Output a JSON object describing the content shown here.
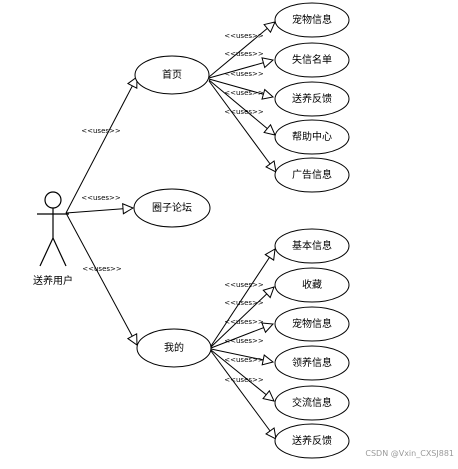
{
  "actor": {
    "label": "送养用户"
  },
  "uses_label": "<<uses>>",
  "usecases": {
    "home": "首页",
    "forum": "圈子论坛",
    "mine": "我的"
  },
  "home_children": [
    "宠物信息",
    "失信名单",
    "送养反馈",
    "帮助中心",
    "广告信息"
  ],
  "mine_children": [
    "基本信息",
    "收藏",
    "宠物信息",
    "领养信息",
    "交流信息",
    "送养反馈"
  ],
  "watermark": "CSDN @Vxin_CXSJ881"
}
